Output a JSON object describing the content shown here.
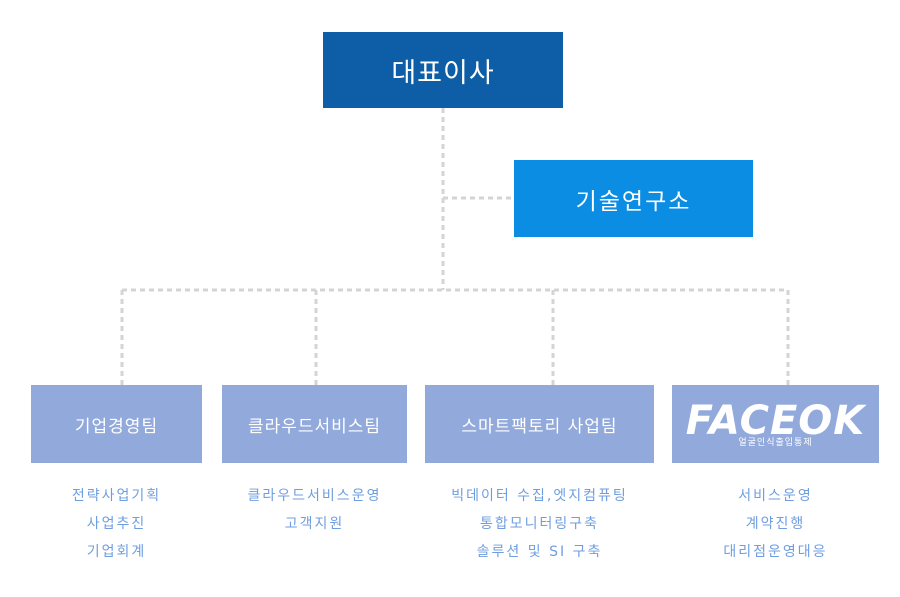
{
  "ceo": {
    "label": "대표이사"
  },
  "lab": {
    "label": "기술연구소"
  },
  "teams": [
    {
      "label": "기업경영팀",
      "duties": [
        "전략사업기획",
        "사업추진",
        "기업회계"
      ]
    },
    {
      "label": "클라우드서비스팀",
      "duties": [
        "클라우드서비스운영",
        "고객지원"
      ]
    },
    {
      "label": "스마트팩토리 사업팀",
      "duties": [
        "빅데이터 수집,엣지컴퓨팅",
        "통합모니터링구축",
        "솔루션 및 SI 구축"
      ]
    },
    {
      "logo_text": "FACEOK",
      "logo_sub": "얼굴인식출입통제",
      "duties": [
        "서비스운영",
        "계약진행",
        "대리점운영대응"
      ]
    }
  ],
  "colors": {
    "ceo": "#0d5ea6",
    "lab": "#0a8de3",
    "team": "#92a9dc",
    "duty_text": "#6f9ee0",
    "connector": "#d4d4d4"
  }
}
